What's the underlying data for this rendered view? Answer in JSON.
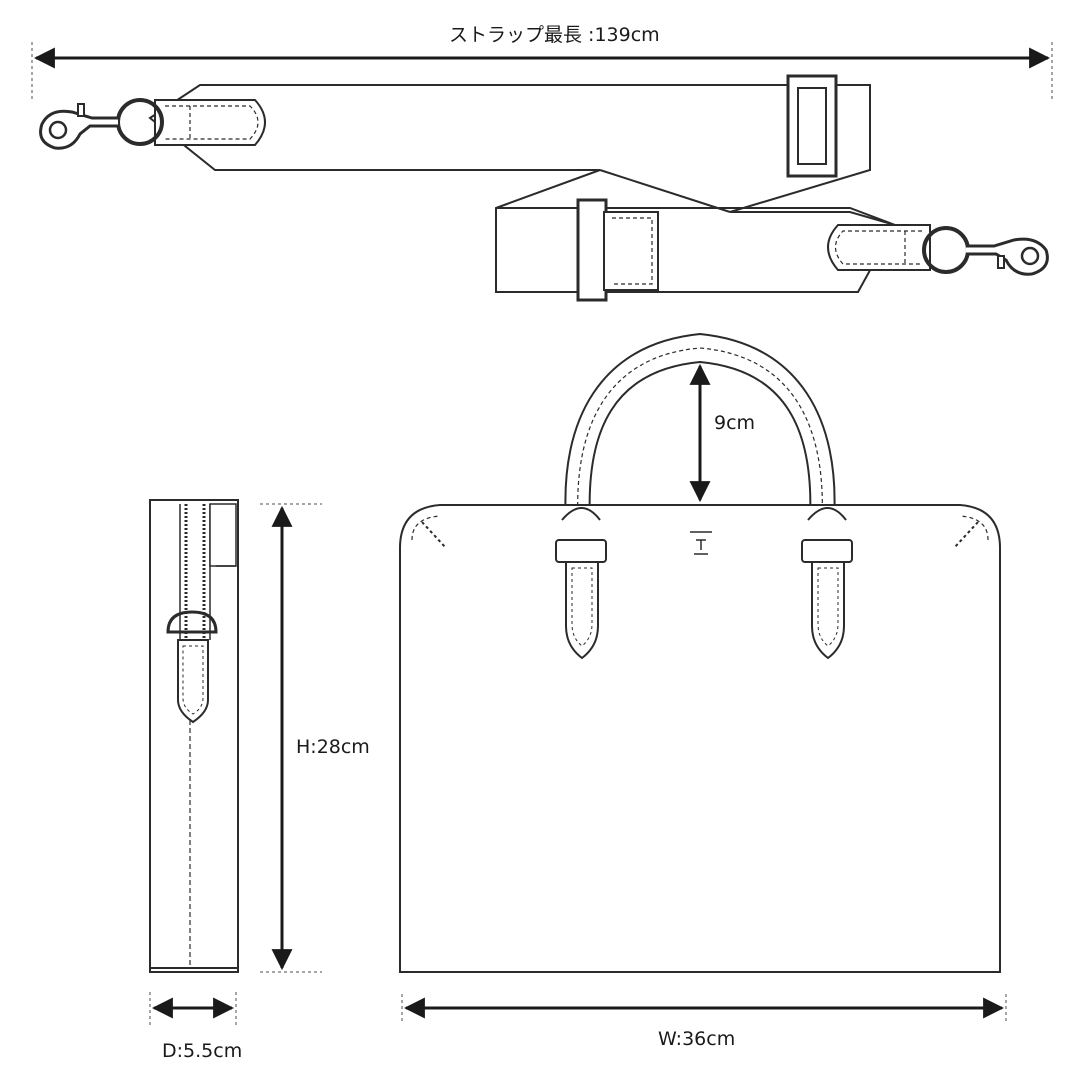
{
  "labels": {
    "strap_length": "ストラップ最長 :139cm",
    "handle_drop": "9cm",
    "height": "H:28cm",
    "depth": "D:5.5cm",
    "width": "W:36cm"
  },
  "colors": {
    "line": "#2b2b2b",
    "dash": "#777777",
    "fill": "#ffffff"
  }
}
